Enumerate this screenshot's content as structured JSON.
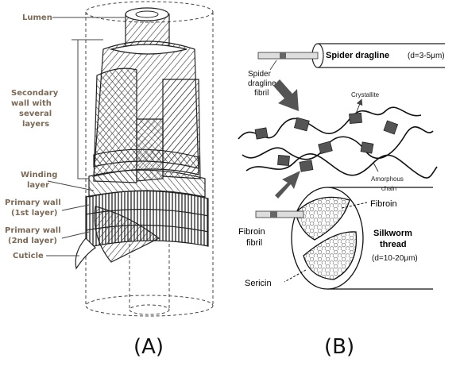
{
  "panel_a": {
    "labels": {
      "lumen": "Lumen",
      "secondary_wall": [
        "Secondary",
        "wall with",
        "several",
        "layers"
      ],
      "winding_layer": [
        "Winding",
        "layer"
      ],
      "primary_wall_1": [
        "Primary wall",
        "(1st layer)"
      ],
      "primary_wall_2": [
        "Primary wall",
        "(2nd layer)"
      ],
      "cuticle": "Cuticle"
    },
    "caption": "(A)"
  },
  "panel_b": {
    "spider_dragline": "Spider dragline",
    "spider_diameter": "(d=3-5μm)",
    "spider_fibril": [
      "Spider",
      "dragline",
      "fibril"
    ],
    "crystallite": "Crystallite",
    "amorphous_chain": [
      "Amorphous",
      "chain"
    ],
    "fibroin": "Fibroin",
    "fibroin_fibril": [
      "Fibroin",
      "fibril"
    ],
    "silkworm_thread": [
      "Silkworm",
      "thread"
    ],
    "silkworm_diameter": "(d=10-20μm)",
    "sericin": "Sericin",
    "caption": "(B)"
  }
}
